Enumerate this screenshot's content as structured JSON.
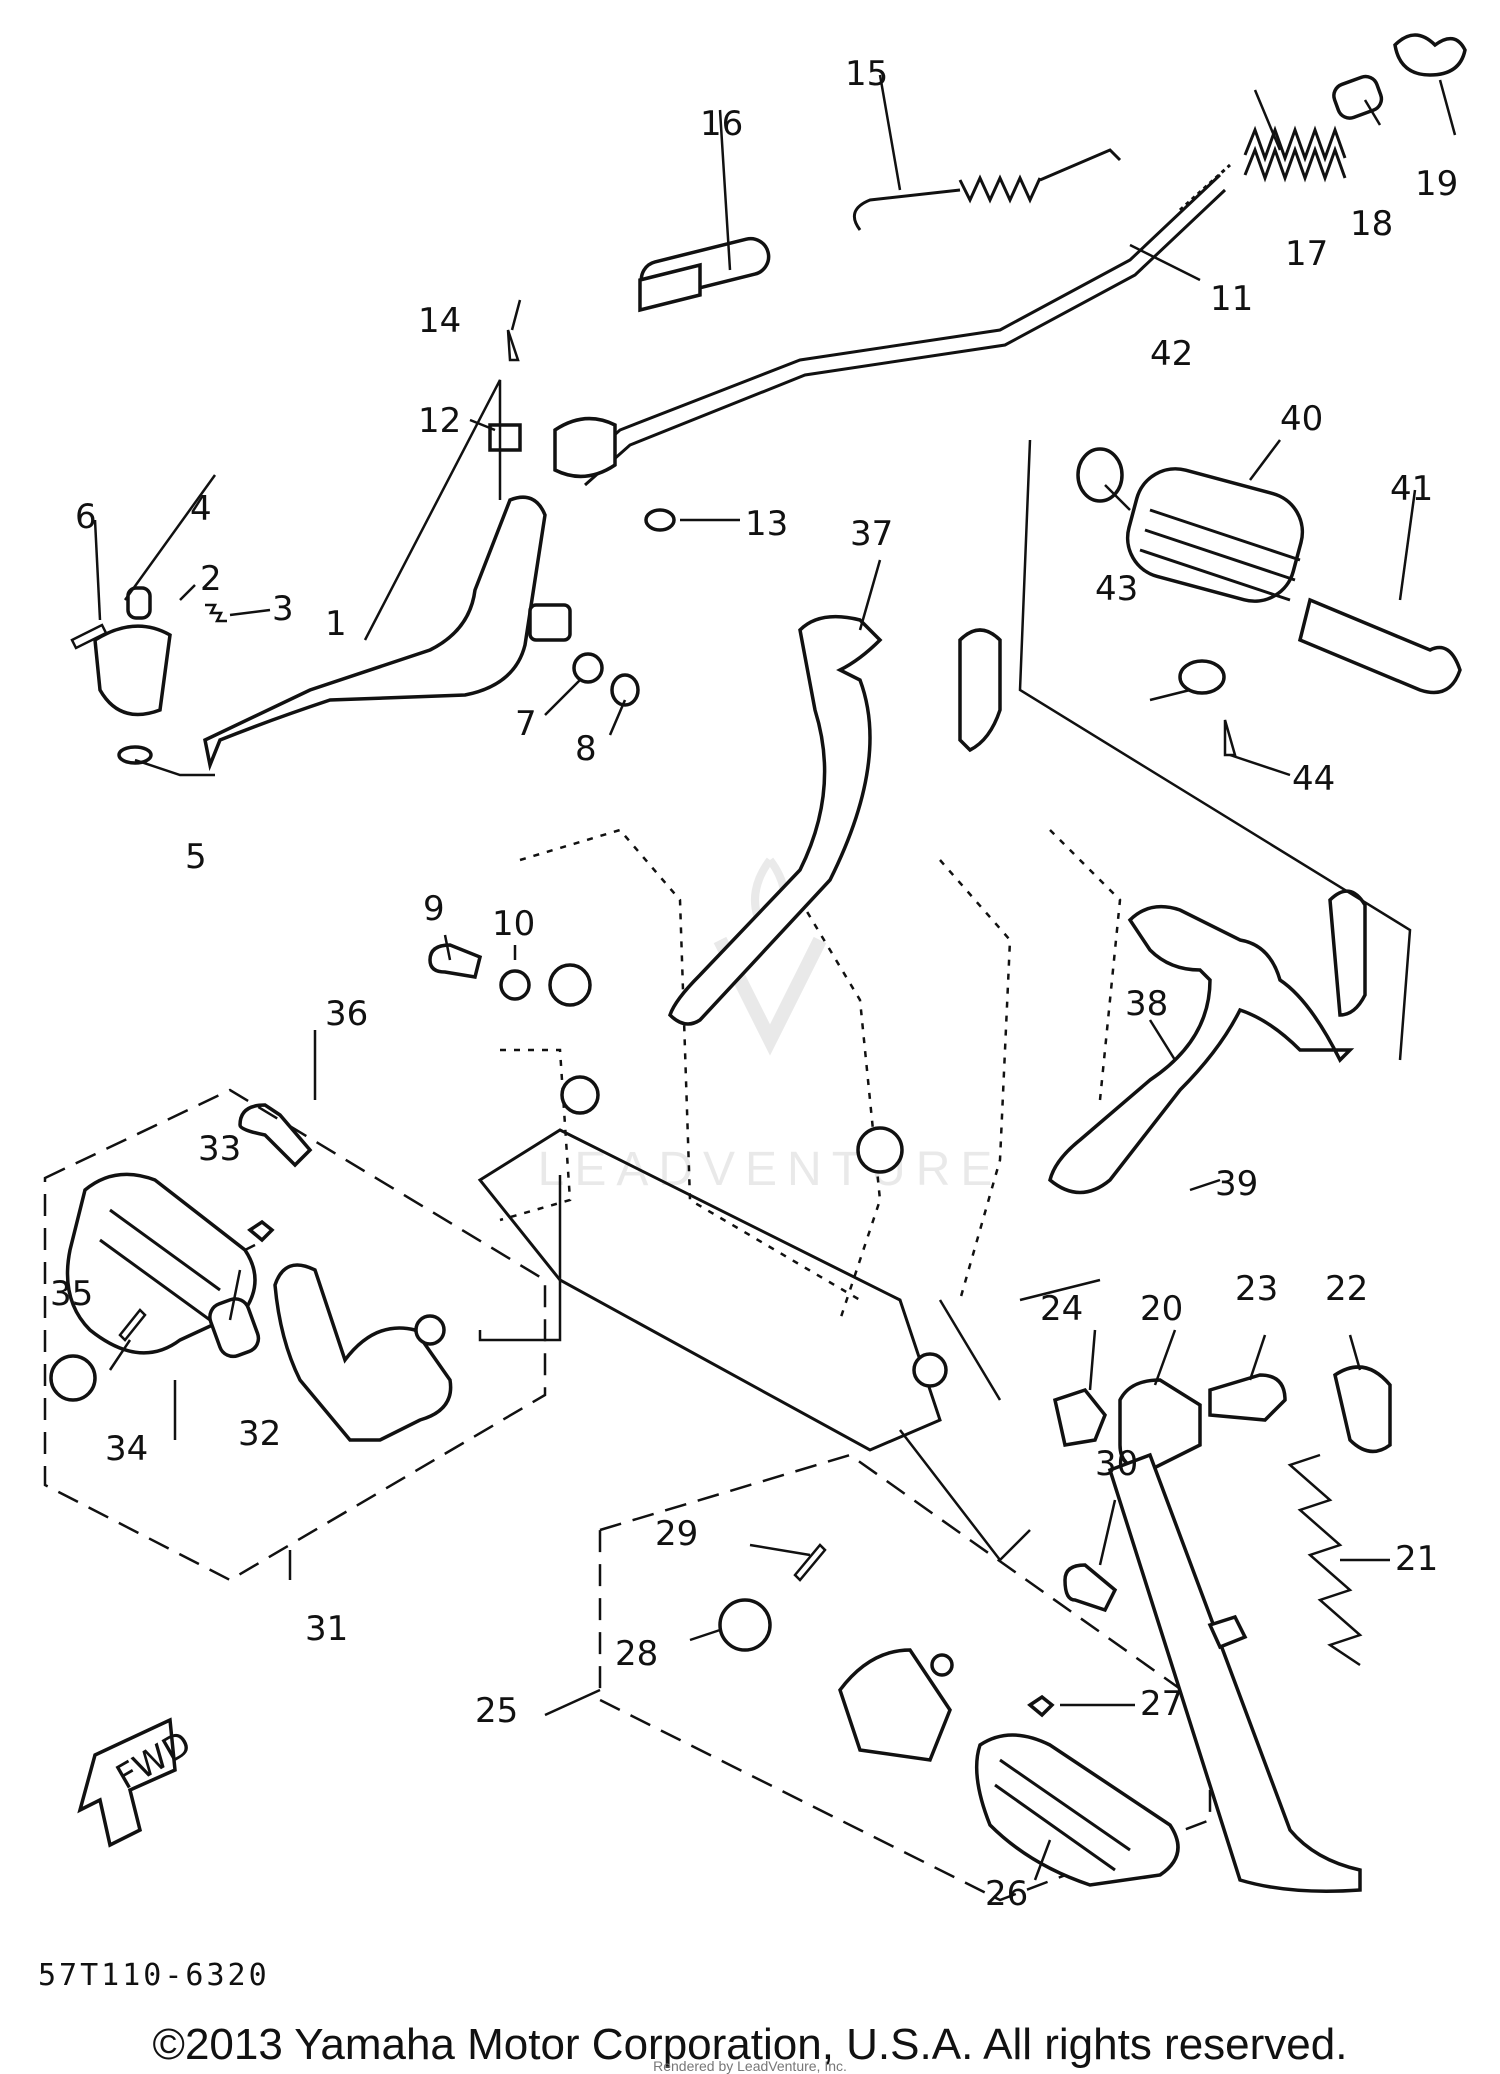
{
  "callouts": [
    "1",
    "2",
    "3",
    "4",
    "5",
    "6",
    "7",
    "8",
    "9",
    "10",
    "11",
    "12",
    "13",
    "14",
    "15",
    "16",
    "17",
    "18",
    "19",
    "20",
    "21",
    "22",
    "23",
    "24",
    "25",
    "26",
    "27",
    "28",
    "29",
    "30",
    "31",
    "32",
    "33",
    "34",
    "35",
    "36",
    "37",
    "38",
    "39",
    "40",
    "41",
    "42",
    "43",
    "44"
  ],
  "fwd_label": "FWD",
  "diagram_code": "57T110-6320",
  "copyright": "©2013 Yamaha Motor Corporation, U.S.A. All rights reserved.",
  "rendered_by": "Rendered by LeadVenture, Inc.",
  "watermark_text": "LEADVENTURE"
}
